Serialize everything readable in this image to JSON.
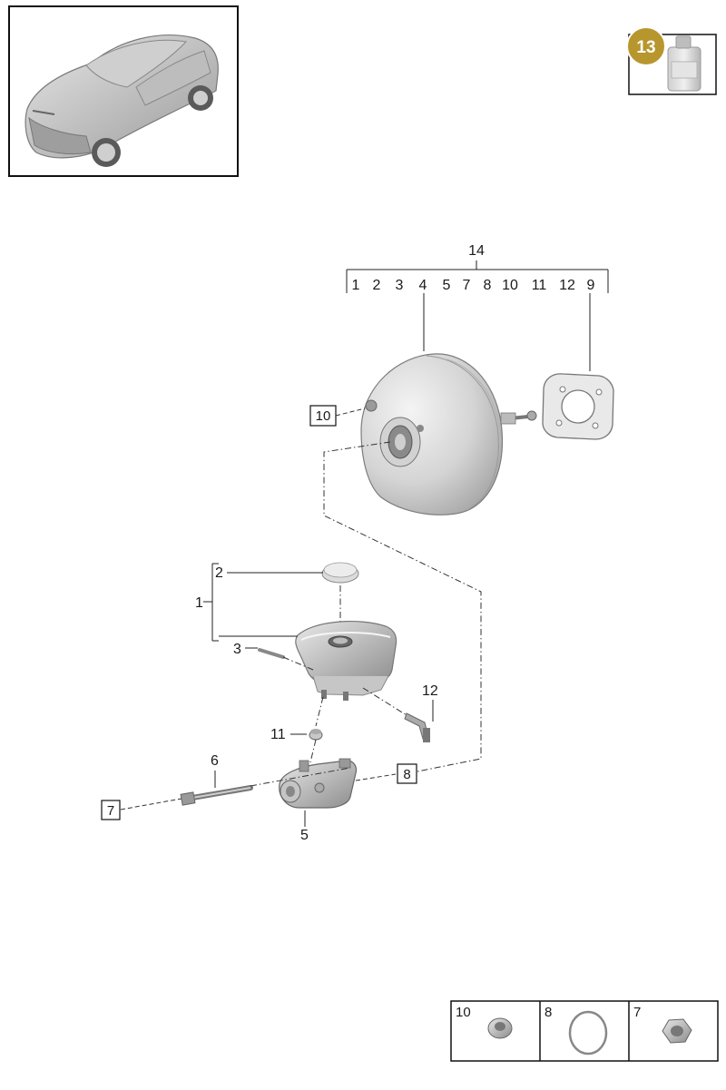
{
  "oil_badge": {
    "number": "13",
    "color": "#b8962e"
  },
  "group_header": {
    "main": "14",
    "items": [
      "1",
      "2",
      "3",
      "4",
      "5",
      "7",
      "8",
      "10",
      "11",
      "12",
      "9"
    ]
  },
  "callouts": {
    "booster_boxed": "10",
    "cap": "2",
    "reservoir_group": "1",
    "sensor": "3",
    "sender": "12",
    "grommet": "11",
    "pushrod": "6",
    "pushrod_boxed": "7",
    "master_cylinder": "5",
    "master_boxed": "8"
  },
  "legend": [
    {
      "number": "10",
      "part": "nut"
    },
    {
      "number": "8",
      "part": "seal-ring"
    },
    {
      "number": "7",
      "part": "hex-nut"
    }
  ]
}
